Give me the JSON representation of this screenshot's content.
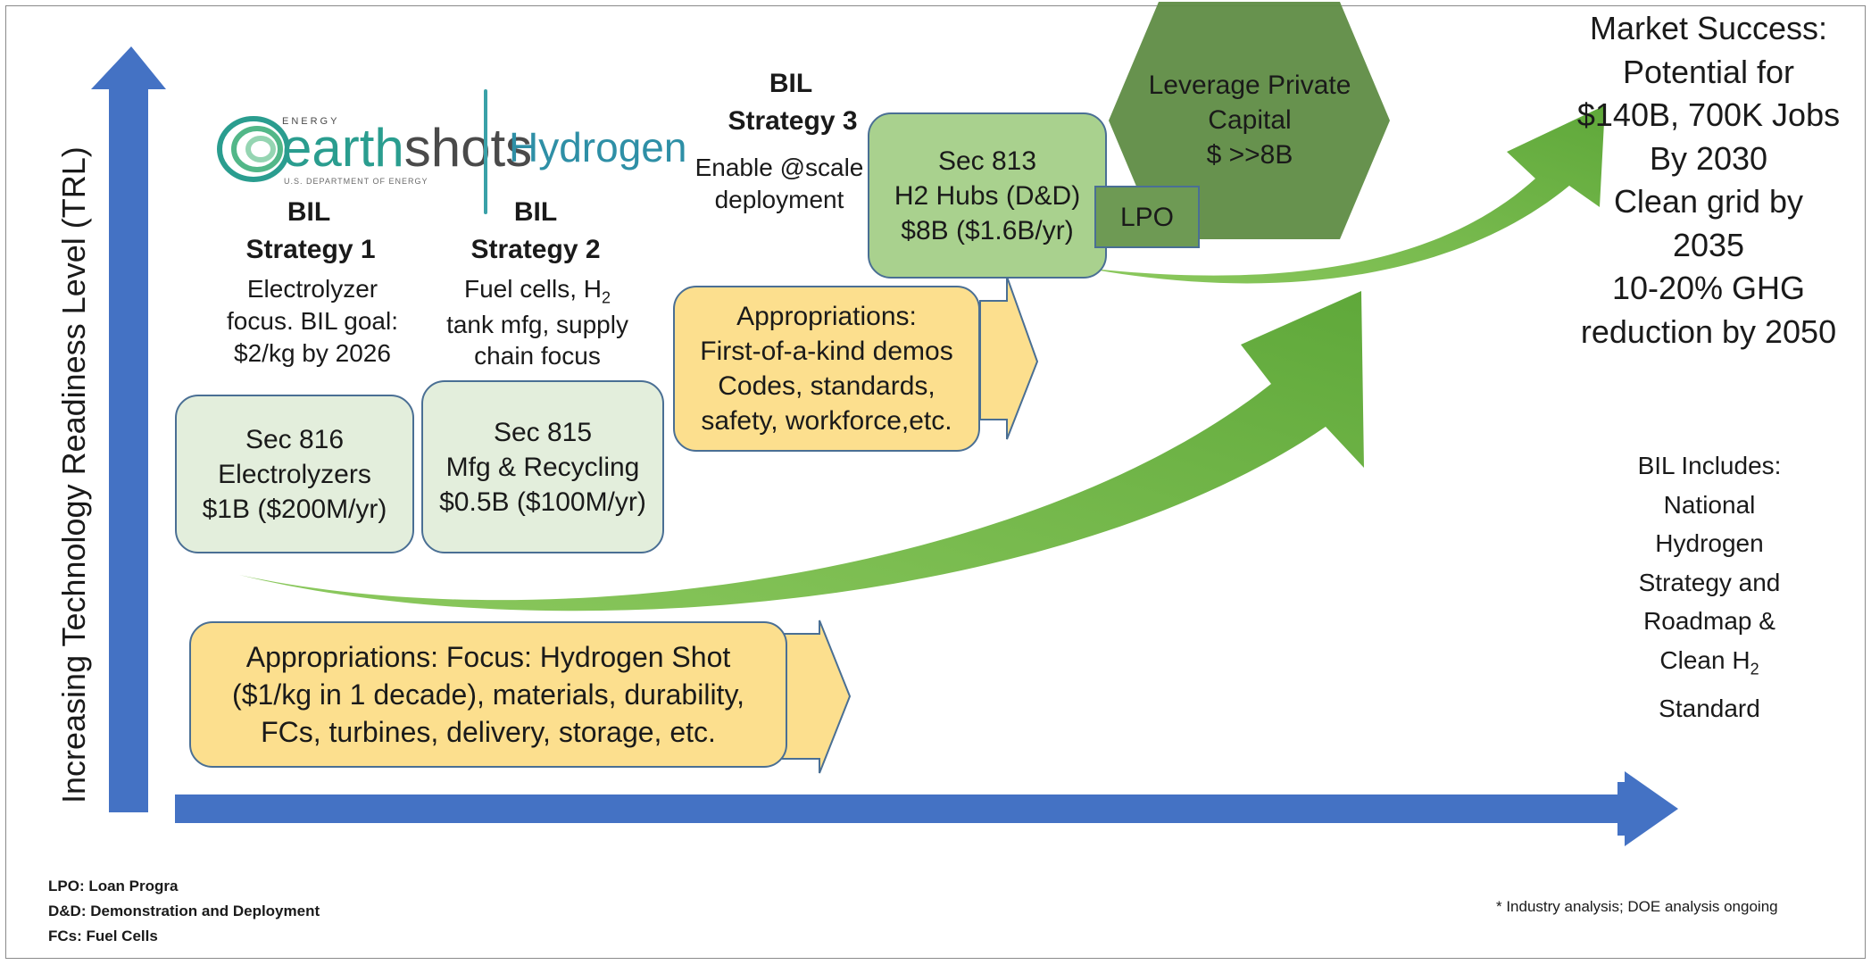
{
  "y_axis_label": "Increasing Technology Readiness Level (TRL)",
  "logo": {
    "energy": "ENERGY",
    "earth": "earth",
    "shots": "shots",
    "dept": "U.S. DEPARTMENT OF ENERGY",
    "hydrogen": "Hydrogen"
  },
  "strategy1": {
    "title_line1": "BIL",
    "title_line2": "Strategy 1",
    "desc_line1": "Electrolyzer",
    "desc_line2": "focus. BIL goal:",
    "desc_line3": "$2/kg by 2026"
  },
  "strategy2": {
    "title_line1": "BIL",
    "title_line2": "Strategy 2",
    "desc_line1a": "Fuel cells, H",
    "desc_line1_sub": "2",
    "desc_line2": "tank mfg, supply",
    "desc_line3": "chain focus"
  },
  "strategy3": {
    "title_line1": "BIL",
    "title_line2": "Strategy 3",
    "desc_line1": "Enable @scale",
    "desc_line2": "deployment"
  },
  "sec816": {
    "line1": "Sec 816",
    "line2": "Electrolyzers",
    "line3": "$1B ($200M/yr)"
  },
  "sec815": {
    "line1": "Sec 815",
    "line2": "Mfg & Recycling",
    "line3": "$0.5B ($100M/yr)"
  },
  "sec813": {
    "line1": "Sec 813",
    "line2": "H2 Hubs (D&D)",
    "line3": "$8B ($1.6B/yr)"
  },
  "lpo_box": "LPO",
  "approp_upper": {
    "line1": "Appropriations:",
    "line2": "First-of-a-kind demos",
    "line3": "Codes, standards,",
    "line4": "safety, workforce,etc."
  },
  "approp_lower": {
    "line1": "Appropriations: Focus: Hydrogen Shot",
    "line2": "($1/kg in 1 decade), materials, durability,",
    "line3": "FCs, turbines, delivery, storage, etc."
  },
  "hexagon": {
    "line1": "Leverage Private",
    "line2": "Capital",
    "line3": "$ >>8B"
  },
  "market": {
    "line1": "Market Success:",
    "line2": "Potential for",
    "line3": "$140B, 700K Jobs",
    "line4": "By 2030",
    "line5": "Clean grid by",
    "line6": "2035",
    "line7": "10-20% GHG",
    "line8": "reduction by 2050"
  },
  "bil_includes": {
    "line1": "BIL Includes:",
    "line2": "National",
    "line3": "Hydrogen",
    "line4": "Strategy and",
    "line5": "Roadmap &",
    "line6a": "Clean H",
    "line6_sub": "2",
    "line7": "Standard"
  },
  "footnotes": {
    "lpo": "LPO: Loan Progra",
    "dd": "D&D: Demonstration and Deployment",
    "fcs": "FCs: Fuel Cells",
    "industry": "* Industry analysis; DOE analysis ongoing"
  },
  "colors": {
    "axis_blue": "#4472c4",
    "green_arrow": "#71b54a",
    "box_green": "#e3eedc",
    "box_yellow": "#fcdf8e",
    "hexagon": "#5f8c45",
    "border_blue": "#4a6f94"
  }
}
